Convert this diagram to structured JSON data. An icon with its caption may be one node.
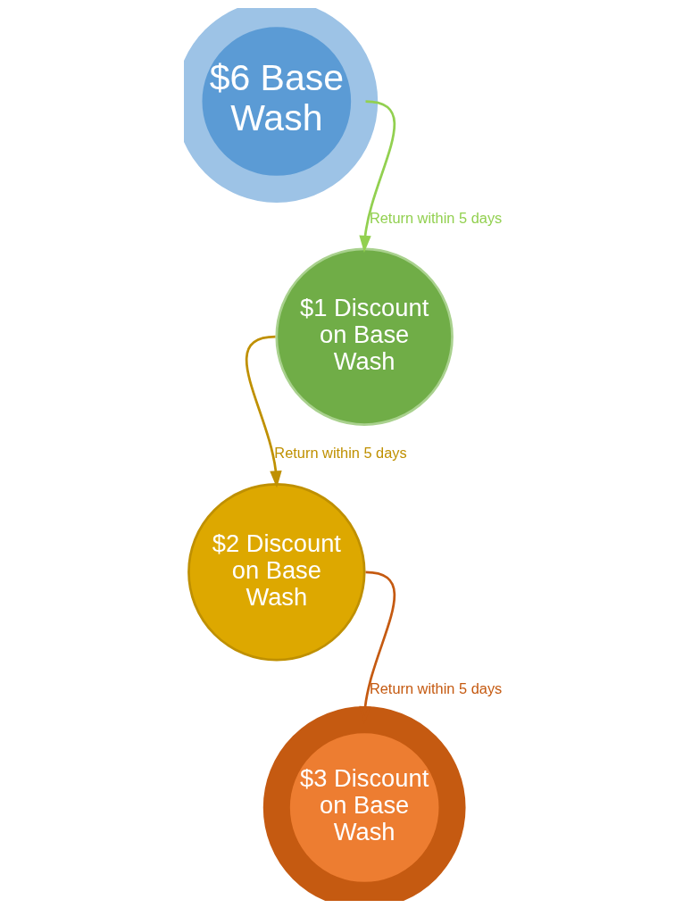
{
  "diagram": {
    "nodes": [
      {
        "text": [
          "$6 Base Wash"
        ]
      },
      {
        "text": [
          "$1 Discount on Base Wash"
        ]
      },
      {
        "text": [
          "$2 Discount on Base Wash"
        ]
      },
      {
        "text": [
          "$3 Discount on Base Wash"
        ]
      }
    ],
    "edges": [
      {
        "from": 0,
        "to": 1,
        "arrow": "to",
        "label": "Return within 5 days",
        "color": "#92d050"
      },
      {
        "from": 1,
        "to": 2,
        "arrow": "to",
        "label": "Return within 5 days",
        "color": "#bf9000"
      },
      {
        "from": 2,
        "to": 3,
        "arrow": "to",
        "label": "Return within 5 days",
        "color": "#c55a11"
      }
    ]
  }
}
